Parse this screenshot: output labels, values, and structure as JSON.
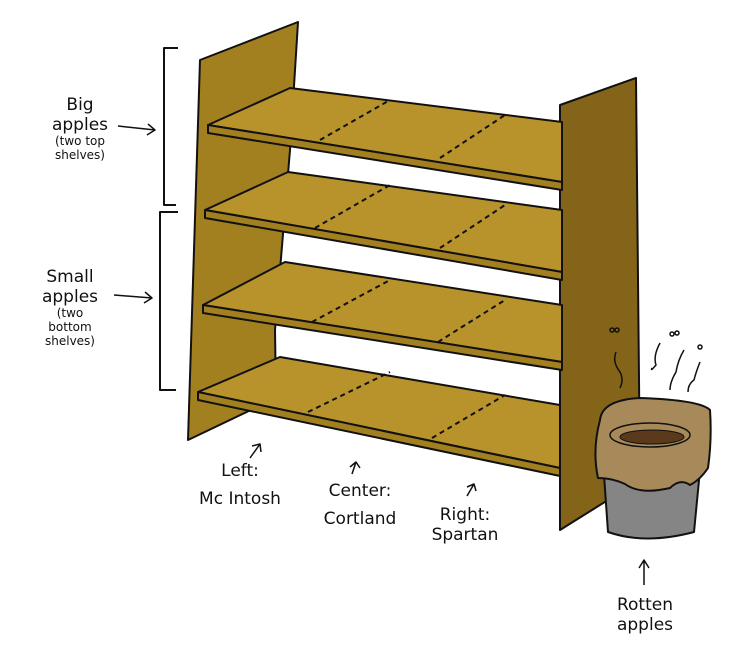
{
  "labels": {
    "big_apples": {
      "title": "Big apples",
      "note": "(two top shelves)"
    },
    "small_apples": {
      "title": "Small apples",
      "note": "(two bottom shelves)"
    },
    "left": {
      "title": "Left:",
      "variety": "Mc Intosh"
    },
    "center": {
      "title": "Center:",
      "variety": "Cortland"
    },
    "right": {
      "title": "Right:",
      "variety": "Spartan"
    },
    "rotten": {
      "line1": "Rotten",
      "line2": "apples"
    }
  },
  "colors": {
    "shelf": "#b8922a",
    "panel_dark": "#846419",
    "panel_mid": "#a3801f",
    "bucket": "#858585",
    "cloth": "#a88a5a",
    "rot": "#5a3a1a"
  }
}
